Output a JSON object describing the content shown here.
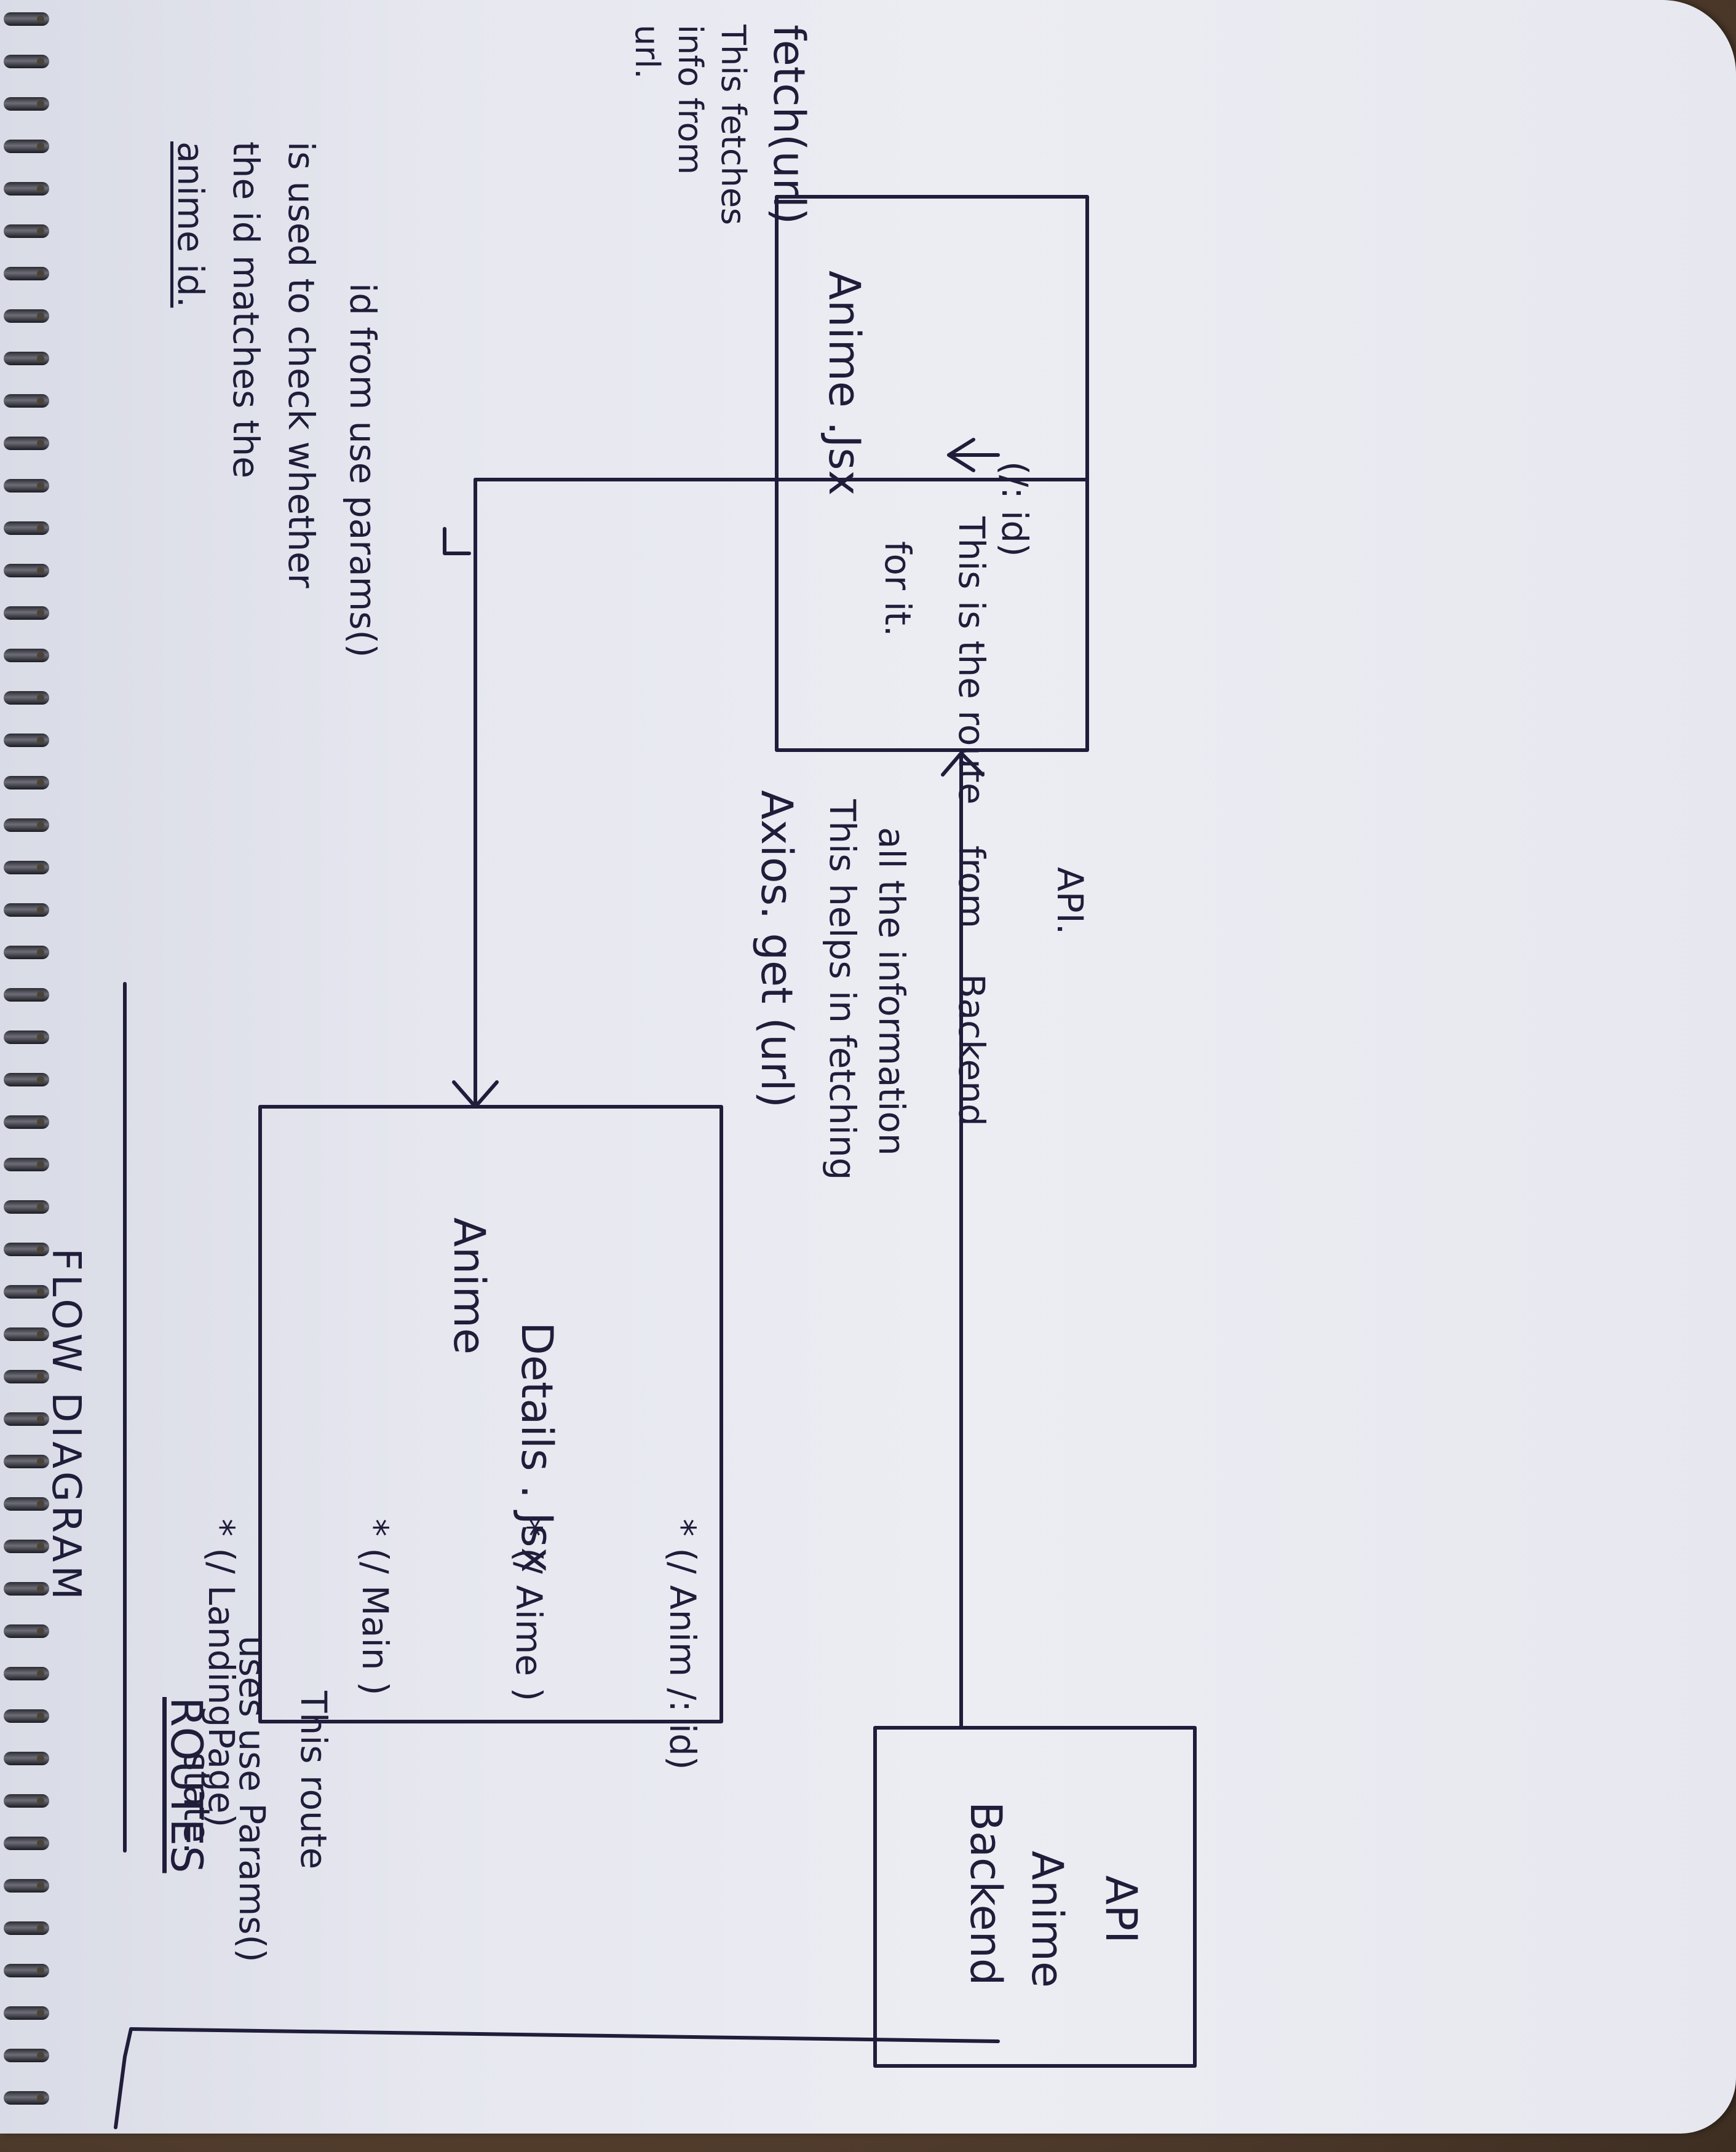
{
  "title": "FLOW DIAGRAM",
  "nodes": {
    "anime": "Anime .Jsx",
    "backend_line1": "Backend",
    "backend_line2": "Anime",
    "backend_line3": "API",
    "details_line1": "Anime",
    "details_line2": "Details . Jsx"
  },
  "edges": {
    "axios_label": "Axios. get (url)",
    "axios_note_1": "This helps in fetching",
    "axios_note_2": "all the information",
    "axios_note_3": "from    Backend",
    "axios_note_4": "API.",
    "route_label": "(/: id)",
    "route_note_1": "This is the route",
    "route_note_2": "for it.",
    "fetch_label": "fetch(url)",
    "fetch_note_1": "This fetches",
    "fetch_note_2": "info from",
    "fetch_note_3": "url.",
    "id_note_1": "id from use params()",
    "id_note_2": "is used to check whether",
    "id_note_3": "the id matches the",
    "id_note_4": "anime id."
  },
  "routes": {
    "heading": "ROUTES",
    "items": [
      "* (/ LandingPage)",
      "* (/ Main )",
      "* (/ Aime )",
      "* (/ Anim /: id)"
    ],
    "note_1": "This route",
    "note_2": "uses use Params()",
    "note_3": "state."
  },
  "colors": {
    "ink": "#1f1d3a",
    "paper": "#e8e9f0"
  }
}
